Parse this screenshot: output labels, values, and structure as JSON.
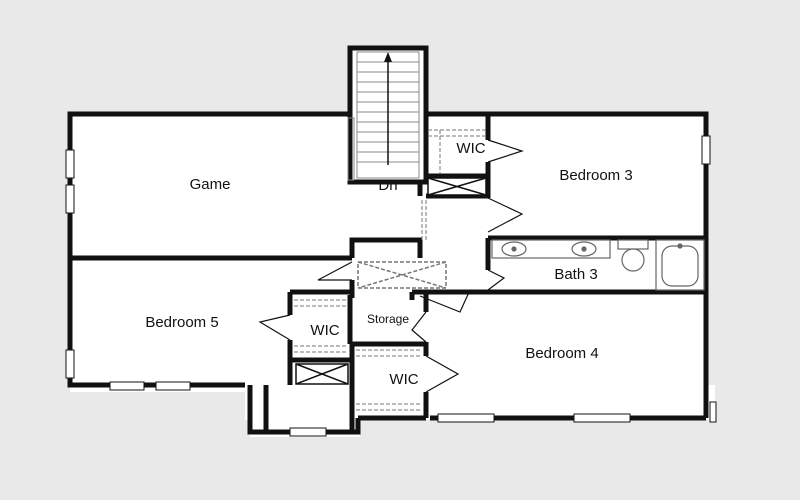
{
  "rooms": {
    "game": "Game",
    "bedroom3": "Bedroom 3",
    "bedroom4": "Bedroom 4",
    "bedroom5": "Bedroom 5",
    "bath3": "Bath 3",
    "wic_top": "WIC",
    "wic_left": "WIC",
    "wic_center": "WIC",
    "storage": "Storage",
    "stairs": "Dn"
  },
  "colors": {
    "background": "#e9e9e9",
    "floor": "#ffffff",
    "wall": "#111111",
    "fixture": "#666666"
  }
}
